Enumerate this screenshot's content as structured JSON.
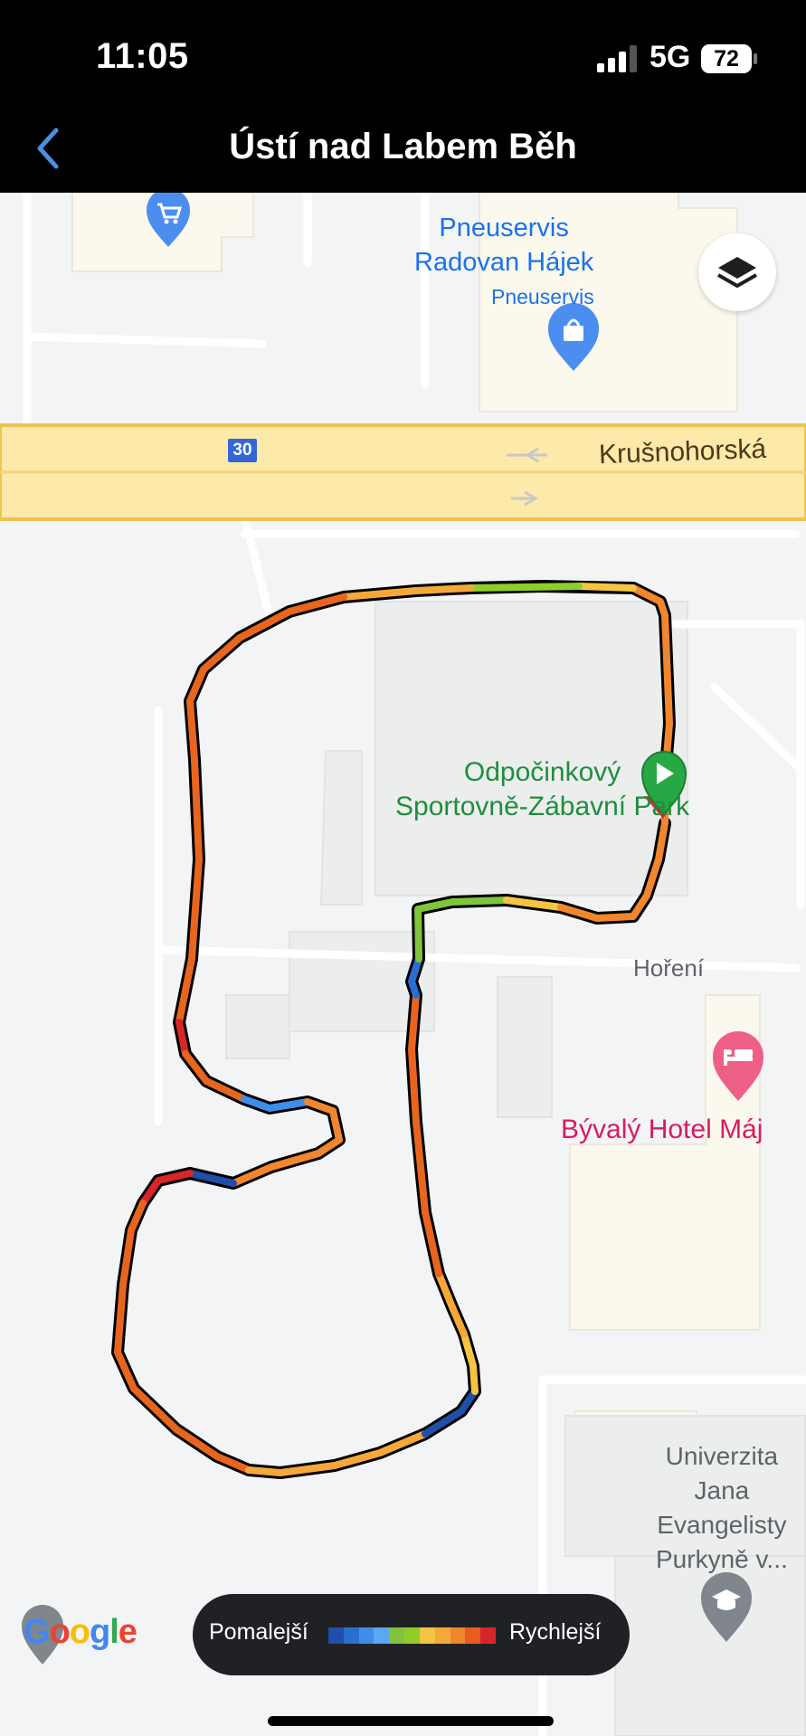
{
  "status_bar": {
    "time": "11:05",
    "network": "5G",
    "battery": "72"
  },
  "nav": {
    "title": "Ústí nad Labem Běh",
    "back_icon": "chevron-left-icon"
  },
  "map": {
    "pois": {
      "pneuservis_name": "Pneuservis\nRadovan Hájek",
      "pneuservis_category": "Pneuservis",
      "park_name": "Odpočinkový\nSportovně-Zábavní Park",
      "hotel_name": "Bývalý Hotel Máj",
      "university_name": "Univerzita\nJana\nEvangelisty\nPurkyně v..."
    },
    "streets": {
      "main_road": "Krušnohorská",
      "side_street": "Hoření",
      "road_number": "30"
    },
    "icons": [
      "shopping-cart-icon",
      "shopping-bag-icon",
      "hotel-bed-icon",
      "graduation-cap-icon",
      "layers-icon",
      "start-play-icon"
    ]
  },
  "legend": {
    "slower": "Pomalejší",
    "faster": "Rychlejší",
    "colors": [
      "#1f4fa8",
      "#2a6fd0",
      "#3d8ee8",
      "#5aa8f0",
      "#7fc43a",
      "#8fcd2a",
      "#f4c542",
      "#f5a83a",
      "#f0862e",
      "#e85c1f",
      "#d7262a"
    ]
  },
  "brand": {
    "google": "Google",
    "google_colors": [
      "#4285F4",
      "#EA4335",
      "#FBBC05",
      "#4285F4",
      "#34A853",
      "#EA4335"
    ]
  }
}
